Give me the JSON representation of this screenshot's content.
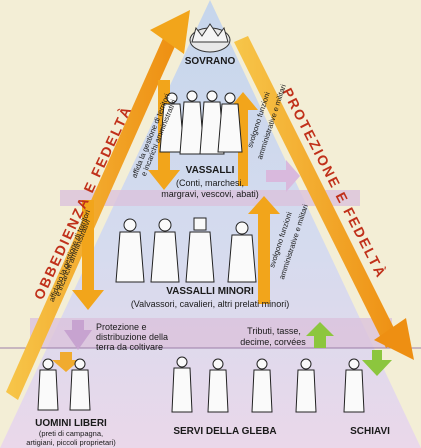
{
  "diagram": {
    "left_arrow_label": "OBBEDIENZA E FEDELTÀ",
    "right_arrow_label": "PROTEZIONE E FEDELTÀ",
    "tiers": {
      "sovrano": "SOVRANO",
      "vassalli": {
        "title": "VASSALLI",
        "desc_line1": "(Conti, marchesi,",
        "desc_line2": "margravi, vescovi, abati)"
      },
      "vassalli_minori": {
        "title": "VASSALLI MINORI",
        "desc": "(Valvassori, cavalieri, altri prelati minori)"
      },
      "uomini_liberi": {
        "title": "UOMINI LIBERI",
        "desc_line1": "(preti di campagna,",
        "desc_line2": "artigiani, piccoli proprietari)"
      },
      "servi": "SERVI DELLA GLEBA",
      "schiavi": "SCHIAVI"
    },
    "relations": {
      "down1_line1": "affida la gestione di territori",
      "down1_line2": "e incarichi amministrativi",
      "up1_line1": "svolgono funzioni",
      "up1_line2": "amministrative e militari",
      "down2_line1": "affidano la gestione di territori",
      "down2_line2": "e incarichi amministrativi",
      "up2_line1": "svolgono funzioni",
      "up2_line2": "amministrative e militari",
      "protezione_line1": "Protezione e",
      "protezione_line2": "distribuzione della",
      "protezione_line3": "terra da coltivare",
      "tributi_line1": "Tributi, tasse,",
      "tributi_line2": "decime, corvées"
    },
    "colors": {
      "arrow": "#f0a21a",
      "tier_top": "#c9d8ec",
      "tier_bottom": "#ead7e8",
      "band": "#dcc6e0",
      "up_arrow": "#8cc63e",
      "down_arrow": "#c7a3d0"
    }
  }
}
